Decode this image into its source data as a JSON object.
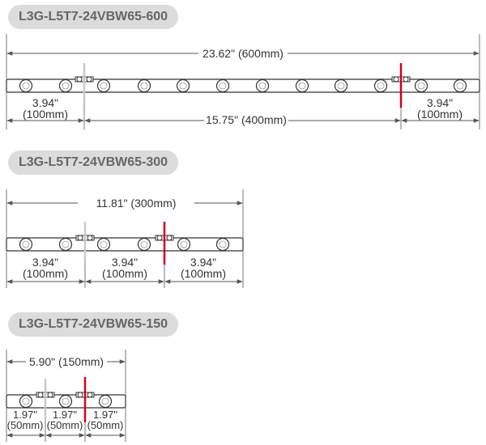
{
  "diagrams": [
    {
      "title": "L3G-L5T7-24VBW65-600",
      "total_length": "23.62\" (600mm)",
      "segments": [
        {
          "inches": "3.94\"",
          "mm": "(100mm)"
        },
        {
          "inches": "15.75\" (400mm)",
          "mm": ""
        },
        {
          "inches": "3.94\"",
          "mm": "(100mm)"
        }
      ]
    },
    {
      "title": "L3G-L5T7-24VBW65-300",
      "total_length": "11.81\" (300mm)",
      "segments": [
        {
          "inches": "3.94\"",
          "mm": "(100mm)"
        },
        {
          "inches": "3.94\"",
          "mm": "(100mm)"
        },
        {
          "inches": "3.94\"",
          "mm": "(100mm)"
        }
      ]
    },
    {
      "title": "L3G-L5T7-24VBW65-150",
      "total_length": "5.90\" (150mm)",
      "segments": [
        {
          "inches": "1.97\"",
          "mm": "(50mm)"
        },
        {
          "inches": "1.97\"",
          "mm": "(50mm)"
        },
        {
          "inches": "1.97\"",
          "mm": "(50mm)"
        }
      ]
    }
  ],
  "colors": {
    "pill_bg": "#dcdcdc",
    "pill_text": "#666666",
    "strip_outline": "#333333",
    "cut_mark_red": "#d0021b",
    "cut_mark_gray": "#c8c8c8",
    "dimension_line": "#555555"
  }
}
